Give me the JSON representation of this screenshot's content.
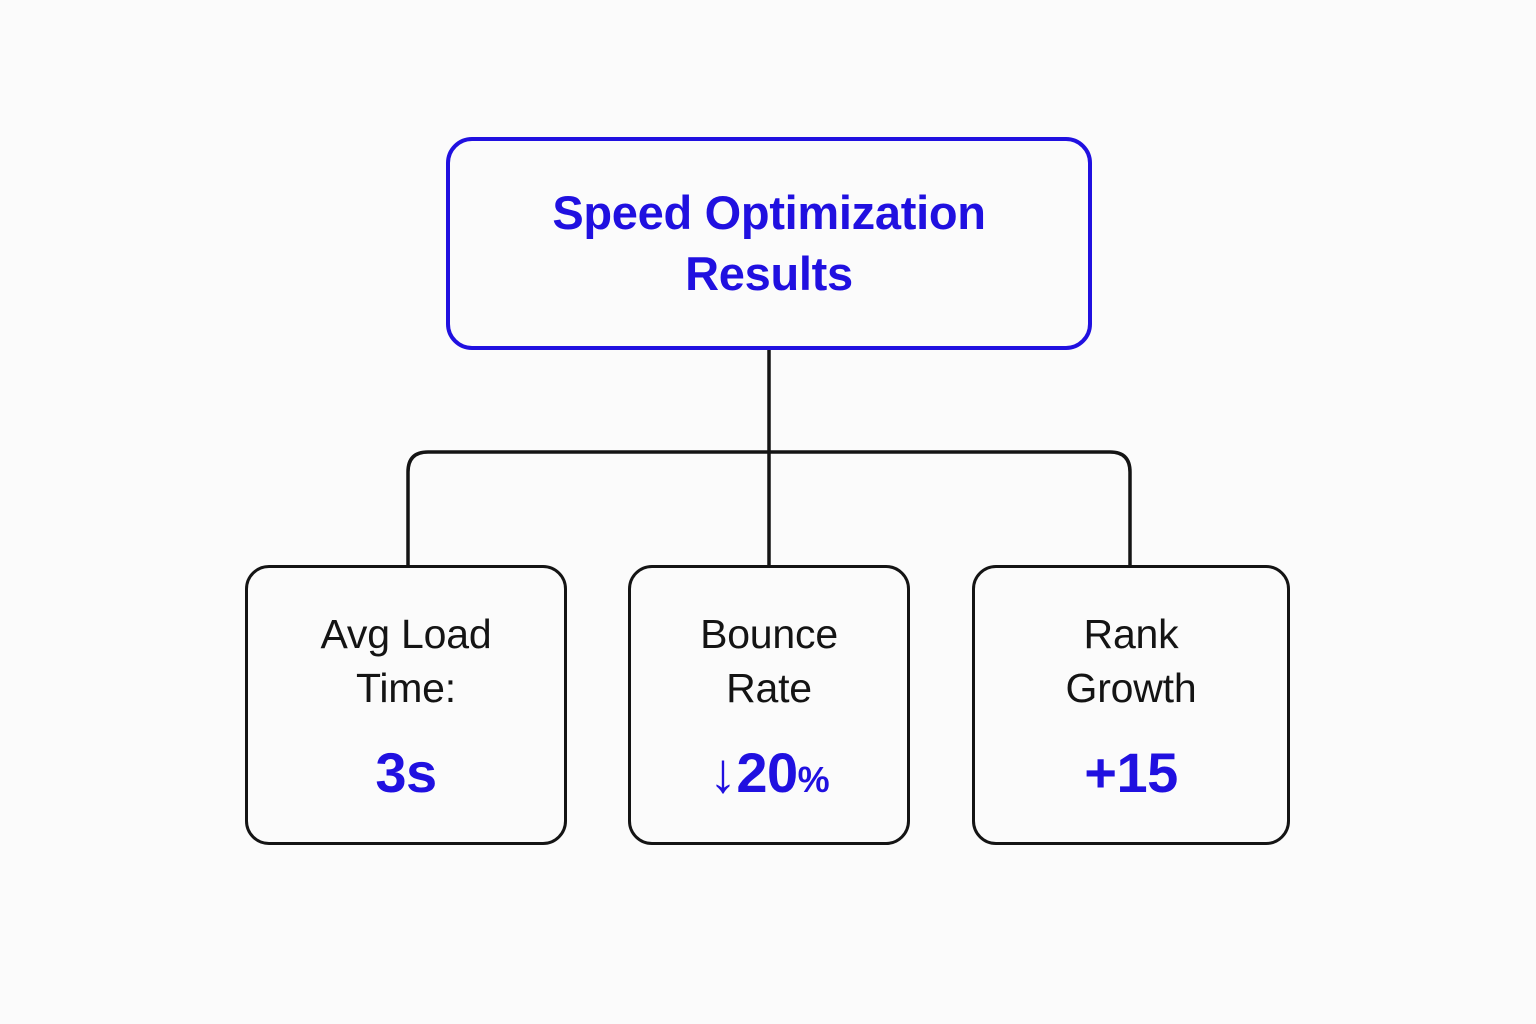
{
  "canvas": {
    "background_color": "#fbfbfb",
    "accent_color": "#2010e0",
    "text_color": "#141414",
    "line_color": "#141414"
  },
  "root": {
    "title": "Speed Optimization Results",
    "border_color": "#2010e0",
    "text_color": "#2010e0"
  },
  "cards": [
    {
      "id": "avg-load-time",
      "label": "Avg Load\nTime:",
      "value_prefix": "",
      "value": "3s",
      "value_suffix": "",
      "value_color": "#2010e0"
    },
    {
      "id": "bounce-rate",
      "label": "Bounce\nRate",
      "value_prefix": "↓",
      "value": "20",
      "value_suffix": "%",
      "value_color": "#2010e0"
    },
    {
      "id": "rank-growth",
      "label": "Rank\nGrowth",
      "value_prefix": "",
      "value": "+15",
      "value_suffix": "",
      "value_color": "#2010e0"
    }
  ],
  "connectors": {
    "trunk_label": "root-to-bus",
    "bus_label": "horizontal-bus",
    "branch_labels": [
      "bus-to-avg-load-time",
      "bus-to-bounce-rate",
      "bus-to-rank-growth"
    ]
  }
}
